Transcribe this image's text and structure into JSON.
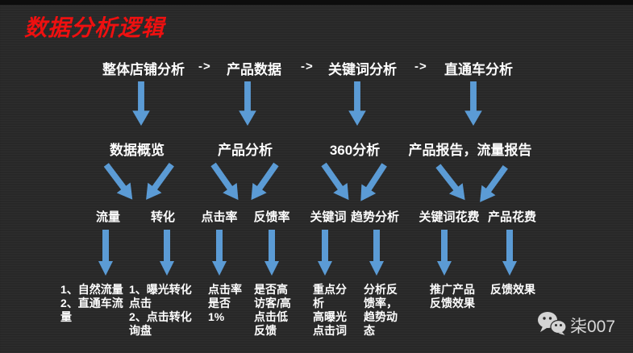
{
  "title": "数据分析逻辑",
  "flow": {
    "arrow_separator": "->",
    "level1": [
      "整体店铺分析",
      "产品数据",
      "关键词分析",
      "直通车分析"
    ],
    "level2": [
      "数据概览",
      "产品分析",
      "360分析",
      "产品报告，流量报告"
    ],
    "level3": [
      "流量",
      "转化",
      "点击率",
      "反馈率",
      "关键词",
      "趋势分析",
      "关键词花费",
      "产品花费"
    ],
    "level4": [
      "1、自然流量\n2、直通车流\n量",
      "1、曝光转化\n点击\n2、点击转化\n询盘",
      "点击率\n是否\n1%",
      "是否高\n访客/高\n点击低\n反馈",
      "重点分\n析\n高曝光\n点击词",
      "分析反\n馈率，\n趋势动\n态",
      "推广产品\n反馈效果",
      "反馈效果"
    ]
  },
  "watermark": {
    "icon": "wechat-icon",
    "text": "柒007"
  },
  "colors": {
    "background": "#2a2a2a",
    "title_red": "#ee1010",
    "text_white": "#fdfdfd",
    "arrow_blue": "#5b9bd5",
    "watermark_gray": "#d8d8d8"
  }
}
